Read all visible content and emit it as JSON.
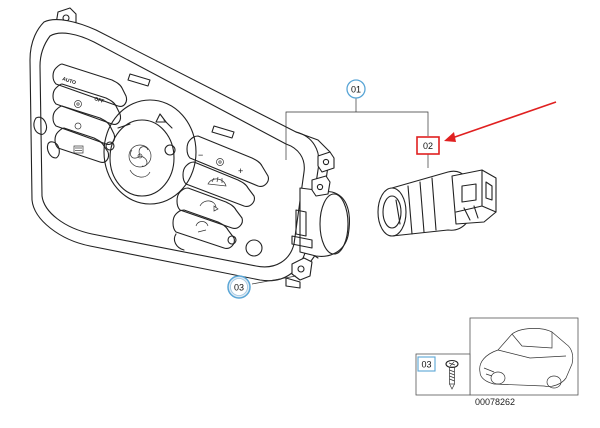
{
  "callouts": {
    "part_01": "01",
    "part_02": "02",
    "part_03": "03",
    "legend_03": "03"
  },
  "panel_labels": {
    "auto": "AUTO",
    "off": "OFF",
    "minus": "−",
    "plus": "+"
  },
  "document_number": "00078262",
  "colors": {
    "line": "#222222",
    "callout_circle": "#5aa6d6",
    "highlight_box": "#e02020",
    "arrow": "#e02020"
  },
  "icons": {
    "fan": "fan-icon",
    "defrost": "defrost-icon",
    "recirculation": "recirculation-icon",
    "screw": "screw-icon",
    "car": "car-icon"
  }
}
